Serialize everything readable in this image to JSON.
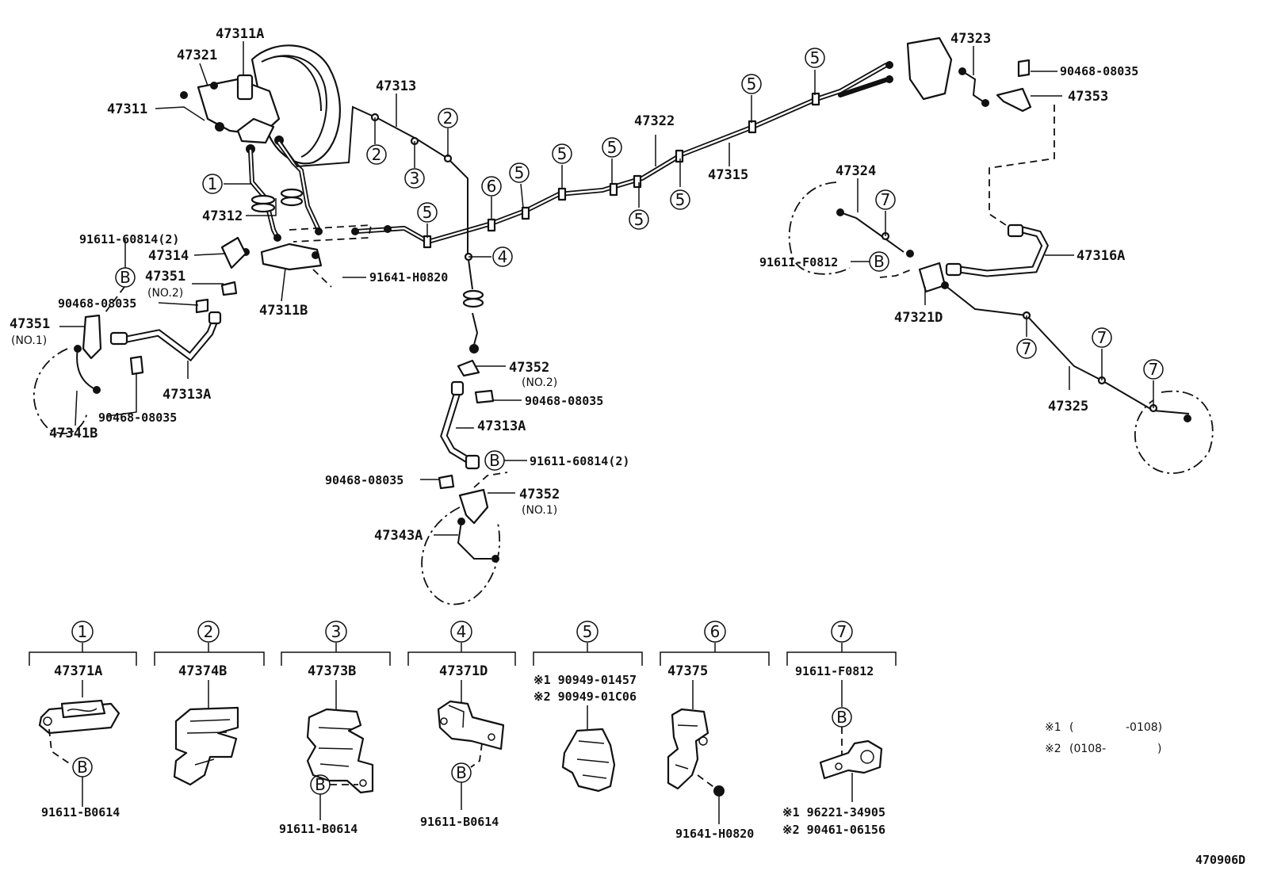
{
  "diagram_code": "470906D",
  "parts": {
    "p47311A": "47311A",
    "p47321": "47321",
    "p47311": "47311",
    "p47313": "47313",
    "p47312": "47312",
    "p47314": "47314",
    "p47351_no2": "47351",
    "p47351_no2_sub": "(NO.2)",
    "p47351_no1": "47351",
    "p47351_no1_sub": "(NO.1)",
    "p47311B": "47311B",
    "p47313A_left": "47313A",
    "p47341B": "47341B",
    "p47322": "47322",
    "p47315": "47315",
    "p47323": "47323",
    "p47353": "47353",
    "p47324": "47324",
    "p47316A": "47316A",
    "p47321D": "47321D",
    "p47325": "47325",
    "p47352_no2": "47352",
    "p47352_no2_sub": "(NO.2)",
    "p47313A_mid": "47313A",
    "p47352_no1": "47352",
    "p47352_no1_sub": "(NO.1)",
    "p47343A": "47343A",
    "bolt_91611_60814_left": "91611-60814(2)",
    "bolt_91611_60814_mid": "91611-60814(2)",
    "clip_90468_08035_a": "90468-08035",
    "clip_90468_08035_b": "90468-08035",
    "clip_90468_08035_c": "90468-08035",
    "clip_90468_08035_d": "90468-08035",
    "clip_90468_08035_e": "90468-08035",
    "bolt_91641_H0820": "91641-H0820",
    "bolt_91611_F0812": "91611-F0812"
  },
  "callouts": {
    "c1": "1",
    "c2a": "2",
    "c2b": "2",
    "c3": "3",
    "c4": "4",
    "c5a": "5",
    "c5b": "5",
    "c5c": "5",
    "c5d": "5",
    "c5e": "5",
    "c5f": "5",
    "c5g": "5",
    "c5h": "5",
    "c6": "6",
    "c7a": "7",
    "c7b": "7",
    "c7c": "7",
    "c7d": "7",
    "ba": "B",
    "bb": "B",
    "bc": "B"
  },
  "legend": [
    {
      "num": "1",
      "part": "47371A",
      "bolt": "91611-B0614",
      "has_b": true
    },
    {
      "num": "2",
      "part": "47374B",
      "bolt": "",
      "has_b": false
    },
    {
      "num": "3",
      "part": "47373B",
      "bolt": "91611-B0614",
      "has_b": true
    },
    {
      "num": "4",
      "part": "47371D",
      "bolt": "91611-B0614",
      "has_b": true
    },
    {
      "num": "5",
      "part_line1": "※1 90949-01457",
      "part_line2": "※2 90949-01C06"
    },
    {
      "num": "6",
      "part": "47375",
      "bolt": "91641-H0820"
    },
    {
      "num": "7",
      "part": "91611-F0812",
      "b": "B",
      "sub_line1": "※1 96221-34905",
      "sub_line2": "※2 90461-06156"
    }
  ],
  "notes": {
    "n1_mark": "※1",
    "n1_open": "(",
    "n1_val": "-0108)",
    "n2_mark": "※2",
    "n2_val": "(0108-",
    "n2_close": ")"
  }
}
